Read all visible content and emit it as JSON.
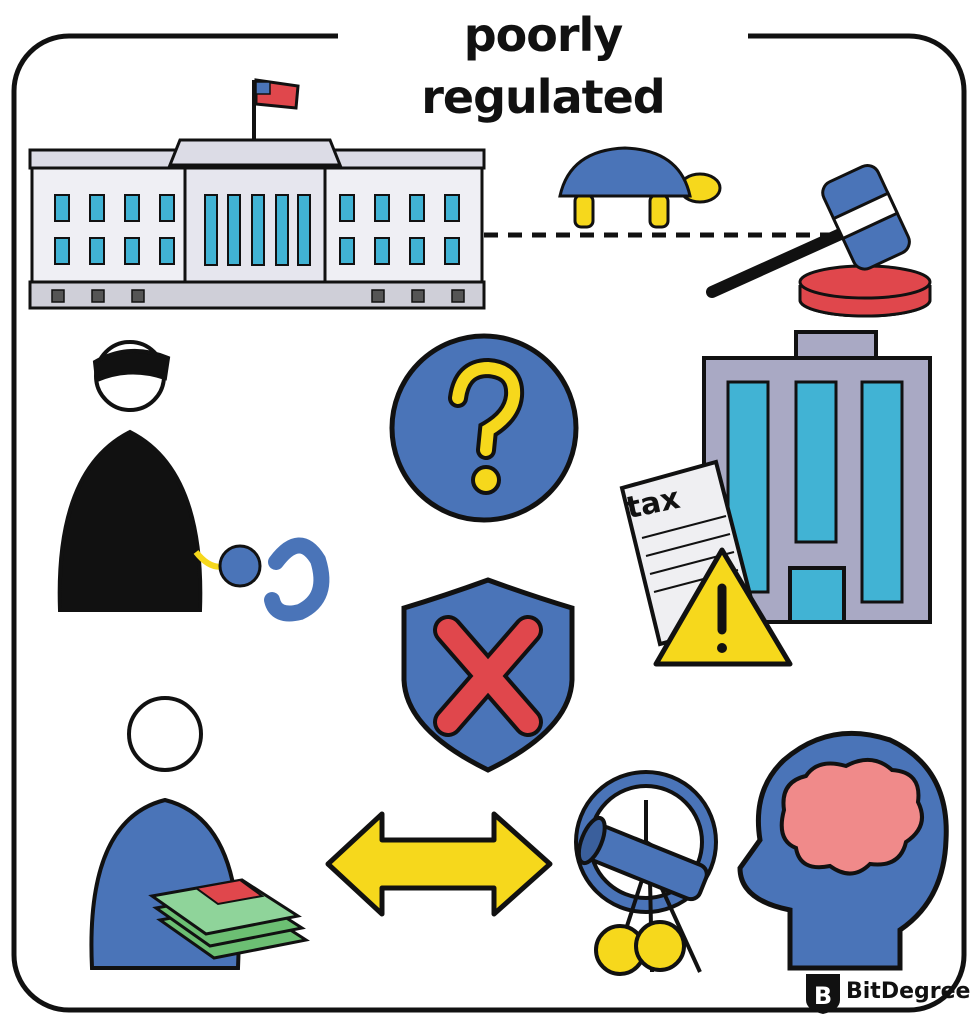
{
  "title": "poorly regulated",
  "tax_document": {
    "label": "tax"
  },
  "branding": {
    "name": "BitDegree",
    "logo_letter": "B"
  },
  "icons": [
    "white-house-icon",
    "turtle-icon",
    "gavel-icon",
    "masked-thief-icon",
    "handcuffs-icon",
    "question-mark-icon",
    "office-building-icon",
    "tax-document-icon",
    "warning-icon",
    "shield-x-icon",
    "person-icon",
    "cash-stack-icon",
    "double-arrow-icon",
    "clock-icon",
    "telescope-icon",
    "coins-icon",
    "head-brain-icon"
  ],
  "colors": {
    "blue": "#4a74b8",
    "yellow": "#f6d81c",
    "red": "#e0474c",
    "light-blue": "#41b3d4",
    "building-grey": "#a9a9c4",
    "money-green": "#6cbf73",
    "brain-pink": "#f08a8a"
  }
}
